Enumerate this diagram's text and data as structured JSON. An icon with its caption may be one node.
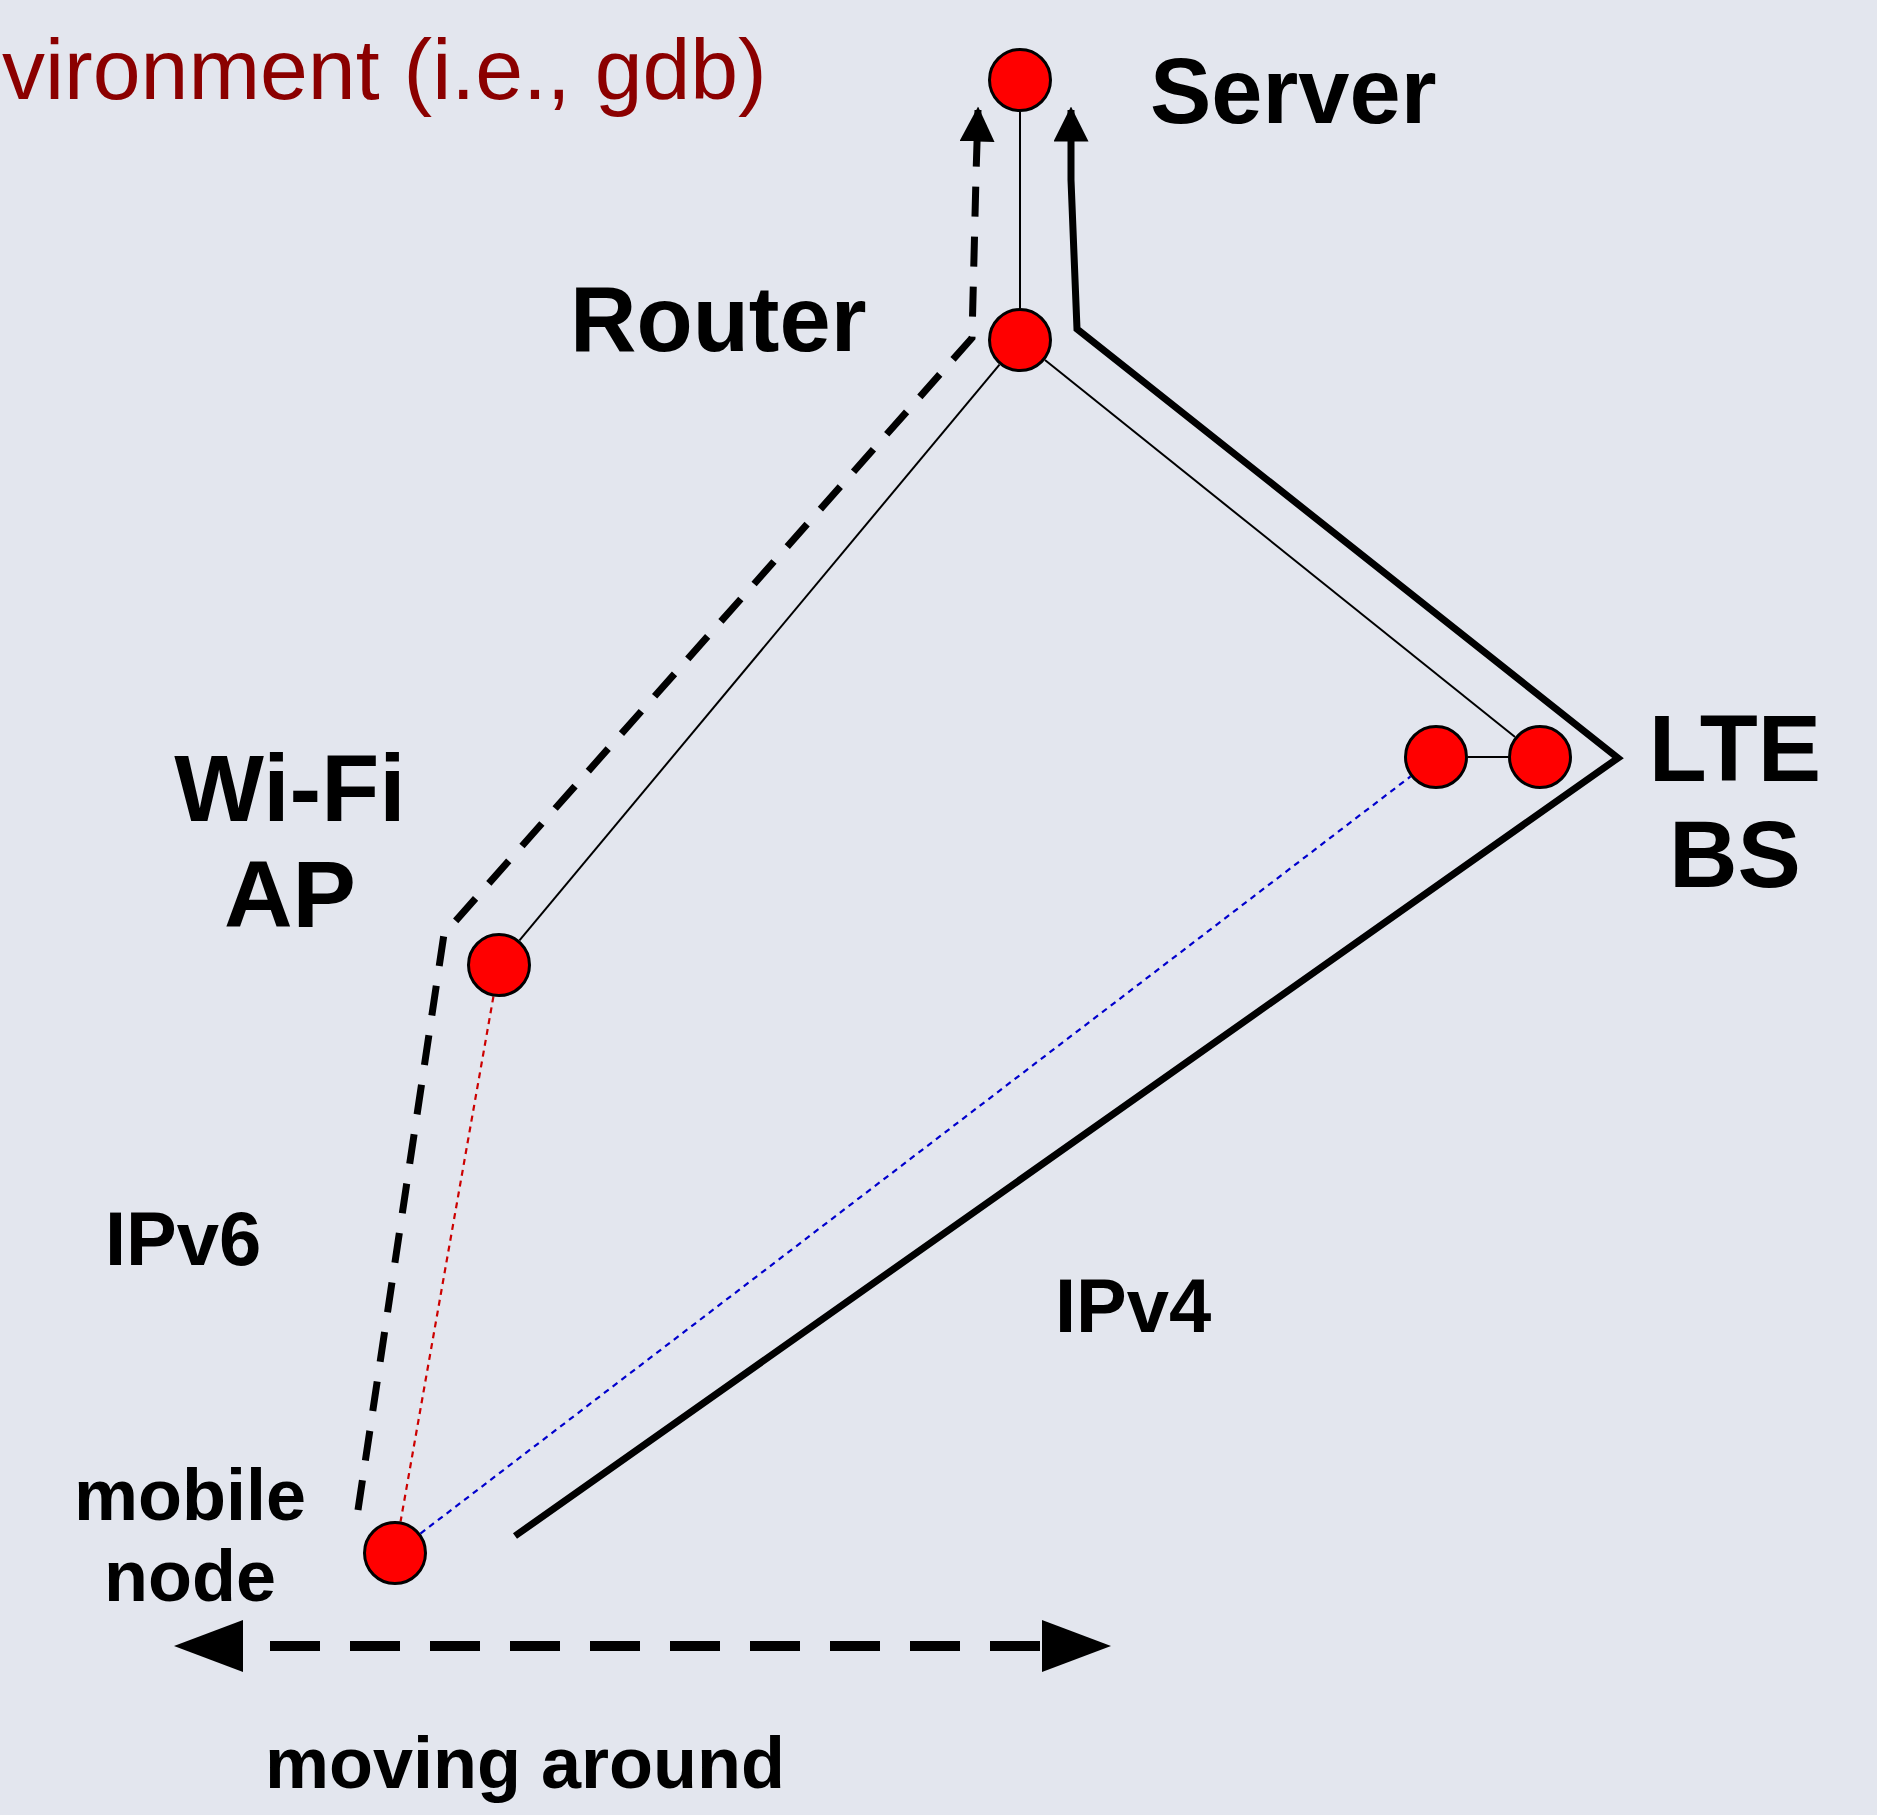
{
  "diagram": {
    "nodes": [
      {
        "text": [
          "Server"
        ]
      },
      {
        "text": [
          "Router"
        ]
      },
      {
        "text": [
          "Wi-Fi AP"
        ]
      },
      {
        "text": [],
        "shape": "circle"
      },
      {
        "text": [
          "LTE BS"
        ]
      },
      {
        "text": [
          "mobile node"
        ]
      }
    ],
    "edges": [
      {
        "from": 0,
        "to": 1,
        "arrow": "none"
      },
      {
        "from": 1,
        "to": 2,
        "arrow": "none"
      },
      {
        "from": 1,
        "to": 4,
        "arrow": "none"
      },
      {
        "from": 3,
        "to": 4,
        "arrow": "none"
      },
      {
        "from": 2,
        "to": 5,
        "arrow": "none",
        "style": "dashed",
        "color": "#cc0000"
      },
      {
        "from": 5,
        "to": 3,
        "arrow": "none",
        "style": "dashed",
        "color": "#0000cc"
      },
      {
        "from": 5,
        "to": 0,
        "arrow": "to",
        "style": "dashed"
      },
      {
        "from": 5,
        "to": 0,
        "arrow": "to",
        "style": "thick"
      }
    ],
    "labels": [
      "vironment (i.e., gdb)",
      "IPv6",
      "IPv4",
      "moving around"
    ]
  }
}
